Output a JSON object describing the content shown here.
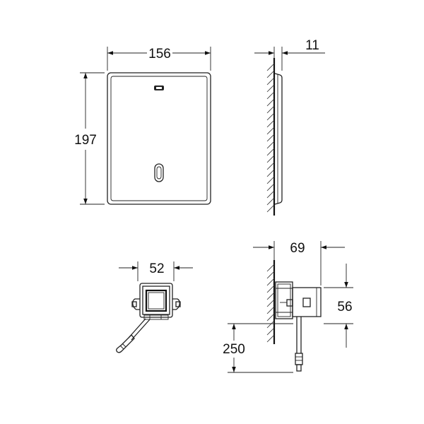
{
  "dimensions": {
    "front_width": "156",
    "front_height": "197",
    "side_depth": "11",
    "module_width": "52",
    "module_depth": "69",
    "module_height": "56",
    "cable_length": "250"
  },
  "colors": {
    "line": "#222222",
    "background": "#ffffff"
  }
}
